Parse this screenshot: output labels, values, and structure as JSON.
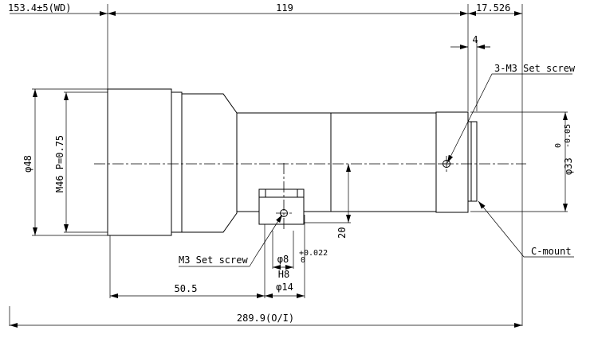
{
  "dimensions": {
    "wd": "153.4±5(WD)",
    "top_length": "119",
    "flange": "17.526",
    "four": "4",
    "total": "289.9(O/I)",
    "to_screw": "50.5",
    "height20": "20",
    "phi48": "φ48",
    "thread": "M46 P=0.75",
    "phi33": "φ33",
    "phi33_tol_upper": "0",
    "phi33_tol_lower": "-0.05",
    "phi8": "φ8",
    "phi8_tol_upper": "+0.022",
    "phi8_tol_lower": "0",
    "h8": "H8",
    "phi14": "φ14"
  },
  "labels": {
    "set_screw_3": "3-M3 Set screw",
    "set_screw_m3": "M3 Set screw",
    "c_mount": "C-mount"
  }
}
